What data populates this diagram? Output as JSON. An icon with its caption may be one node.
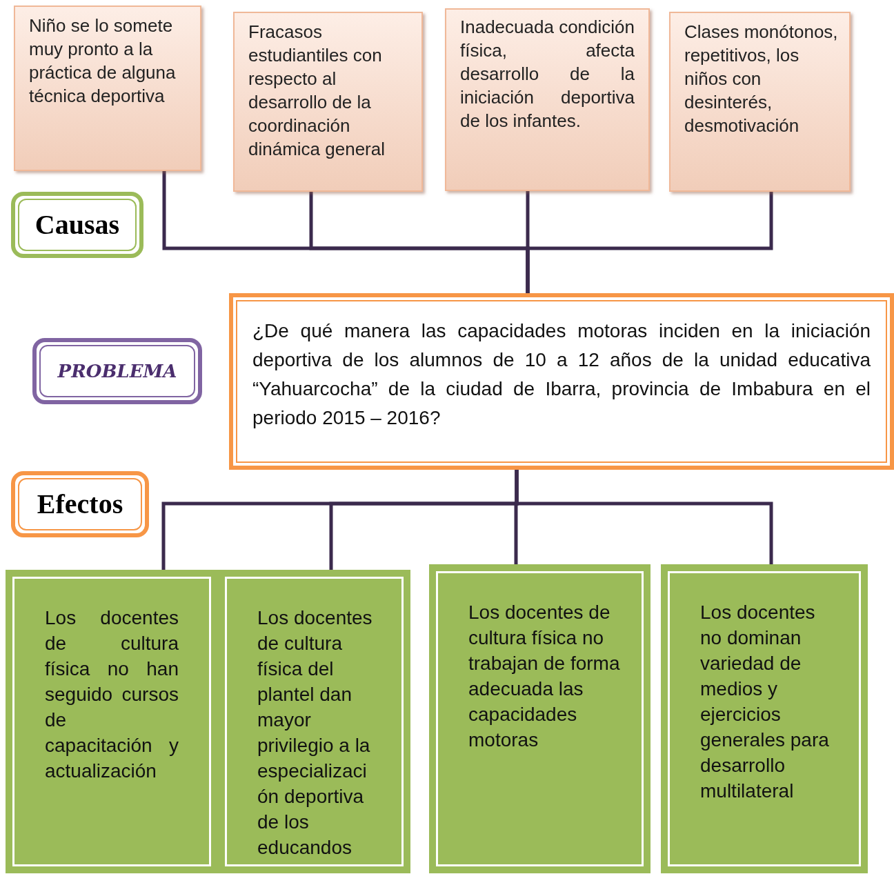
{
  "diagram": {
    "nodes": [
      {
        "text": [
          "Niño se lo somete muy pronto a la práctica de alguna técnica deportiva"
        ]
      },
      {
        "text": [
          "Fracasos estudiantiles con respecto al desarrollo de la coordinación dinámica general"
        ]
      },
      {
        "text": [
          "Inadecuada condición física, afecta desarrollo de la iniciación deportiva de los infantes."
        ]
      },
      {
        "text": [
          "Clases monótonos, repetitivos, los niños con desinterés, desmotivación"
        ]
      },
      {
        "text": [
          "Causas"
        ]
      },
      {
        "text": [
          "PROBLEMA"
        ]
      },
      {
        "text": [
          "¿De qué manera las capacidades motoras inciden en la iniciación deportiva de los alumnos de 10 a 12 años de la unidad educativa “Yahuarcocha” de la ciudad de Ibarra, provincia de Imbabura en el periodo 2015 – 2016?"
        ]
      },
      {
        "text": [
          "Efectos"
        ]
      },
      {
        "text": [
          "Los docentes de cultura física no han seguido cursos de capacitación y actualización"
        ]
      },
      {
        "text": [
          "Los docentes de cultura física del plantel dan mayor privilegio a la especialización deportiva de los educandos"
        ]
      },
      {
        "text": [
          "Los docentes de cultura física no trabajan de forma adecuada las capacidades motoras"
        ]
      },
      {
        "text": [
          "Los docentes no dominan variedad de medios y ejercicios generales para desarrollo multilateral"
        ]
      }
    ],
    "edges": [
      {
        "from": 0,
        "to": 6,
        "arrow": "none"
      },
      {
        "from": 1,
        "to": 6,
        "arrow": "none"
      },
      {
        "from": 2,
        "to": 6,
        "arrow": "none"
      },
      {
        "from": 3,
        "to": 6,
        "arrow": "none"
      },
      {
        "from": 6,
        "to": 8,
        "arrow": "none"
      },
      {
        "from": 6,
        "to": 9,
        "arrow": "none"
      },
      {
        "from": 6,
        "to": 10,
        "arrow": "none"
      },
      {
        "from": 6,
        "to": 11,
        "arrow": "none"
      }
    ]
  }
}
